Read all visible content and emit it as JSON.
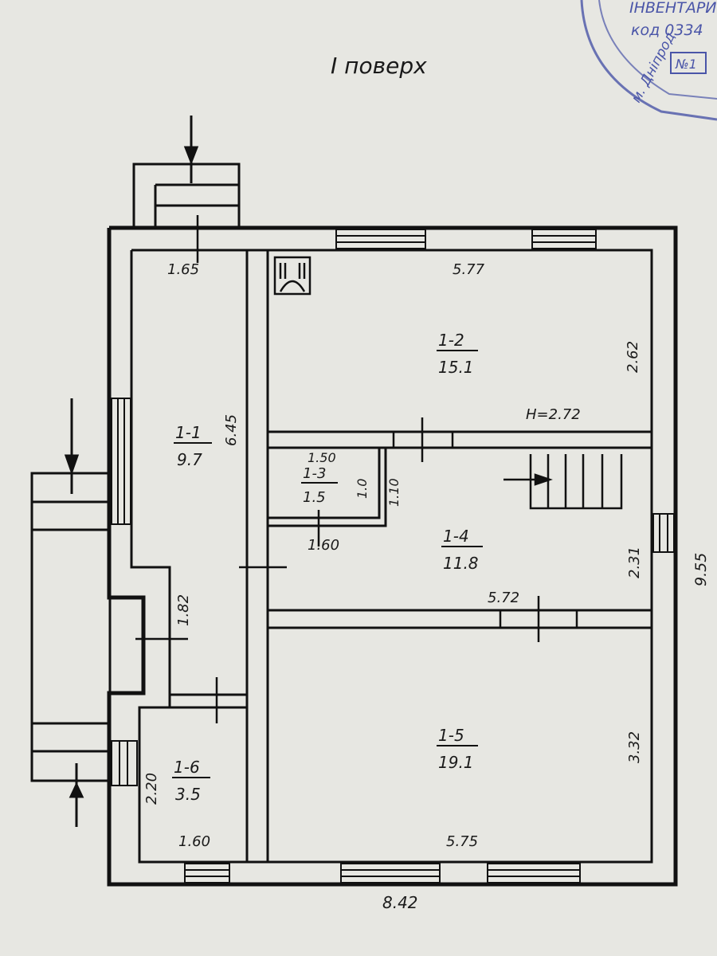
{
  "title": "I поверх",
  "stamp": {
    "line1": "ІНВЕНТАРИ",
    "line2": "код 0334",
    "line3": "м. Дніпрод",
    "number": "№1"
  },
  "rooms": [
    {
      "id": "1-1",
      "area": "9.7"
    },
    {
      "id": "1-2",
      "area": "15.1"
    },
    {
      "id": "1-3",
      "area": "1.5"
    },
    {
      "id": "1-4",
      "area": "11.8"
    },
    {
      "id": "1-5",
      "area": "19.1"
    },
    {
      "id": "1-6",
      "area": "3.5"
    }
  ],
  "dimensions": {
    "d_165": "1.65",
    "d_577": "5.77",
    "d_262": "2.62",
    "d_645": "6.45",
    "d_h": "H=2.72",
    "d_150": "1.50",
    "d_10": "1.0",
    "d_110": "1.10",
    "d_160a": "1.60",
    "d_231": "2.31",
    "d_955": "9.55",
    "d_182": "1.82",
    "d_572": "5.72",
    "d_332": "3.32",
    "d_220": "2.20",
    "d_160b": "1.60",
    "d_575": "5.75",
    "d_842": "8.42"
  }
}
